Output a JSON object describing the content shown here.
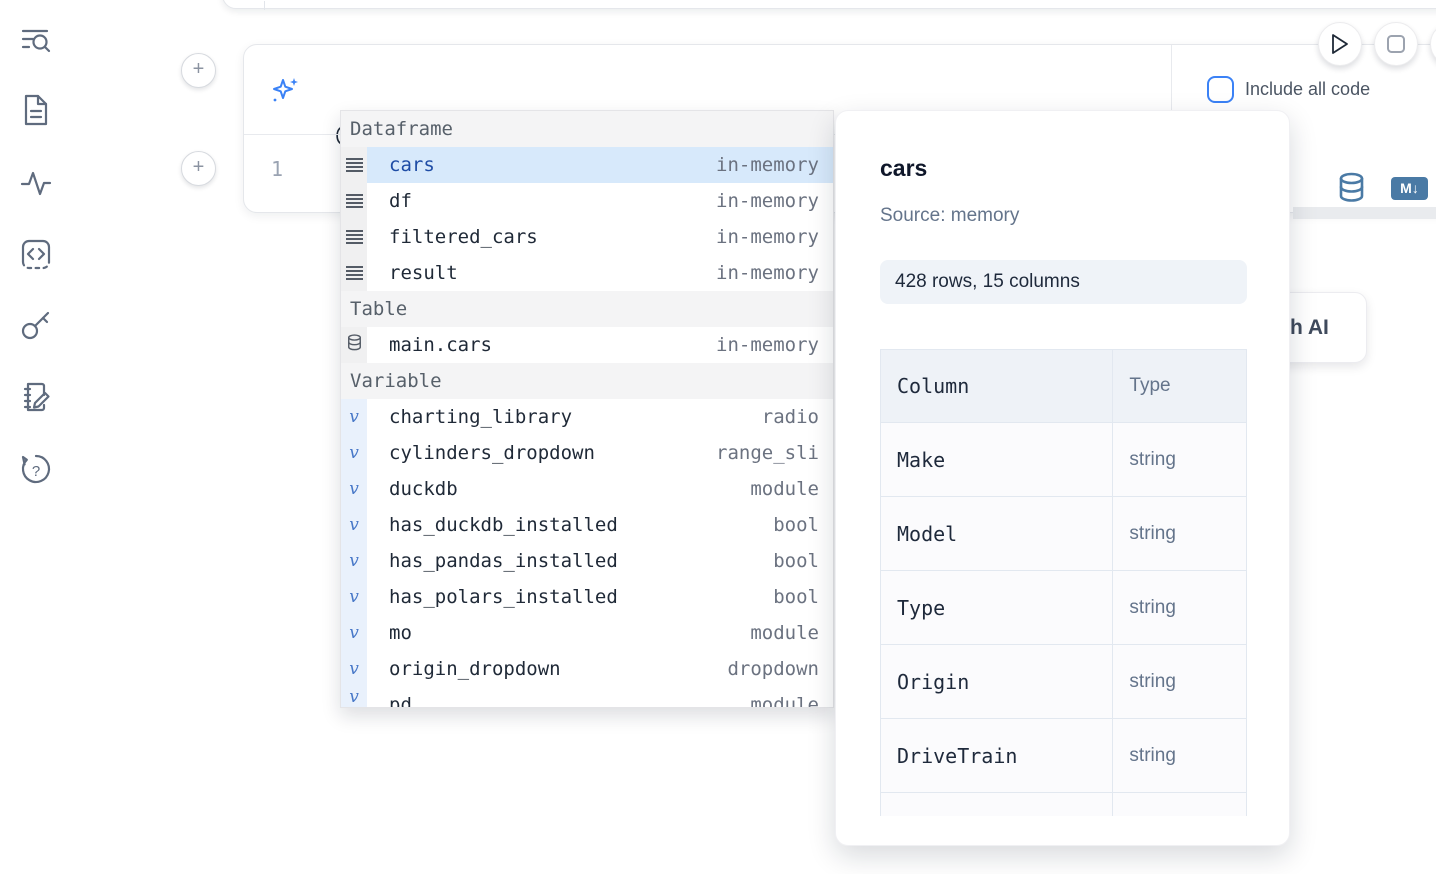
{
  "sidebar": {
    "items": [
      {
        "icon": "search-list-icon"
      },
      {
        "icon": "document-icon"
      },
      {
        "icon": "activity-icon"
      },
      {
        "icon": "code-cell-icon"
      },
      {
        "icon": "key-icon"
      },
      {
        "icon": "scratchpad-edit-icon"
      },
      {
        "icon": "help-chat-icon"
      }
    ]
  },
  "add_cell_buttons": {
    "label": "+"
  },
  "prompt": {
    "value": "@",
    "include_all_code_label": "Include all code"
  },
  "run_controls": {
    "play_icon": "play-icon",
    "stop_icon": "stop-icon"
  },
  "editor": {
    "line_number": "1"
  },
  "cell_actions": {
    "database_icon": "database-icon",
    "markdown_badge": "M↓"
  },
  "ai_button": {
    "visible_label": "h AI"
  },
  "autocomplete": {
    "sections": [
      {
        "label": "Dataframe",
        "icon": "dataframe-rows-icon",
        "items": [
          {
            "name": "cars",
            "detail": "in-memory",
            "selected": true
          },
          {
            "name": "df",
            "detail": "in-memory"
          },
          {
            "name": "filtered_cars",
            "detail": "in-memory"
          },
          {
            "name": "result",
            "detail": "in-memory"
          }
        ]
      },
      {
        "label": "Table",
        "icon": "database-icon",
        "items": [
          {
            "name": "main.cars",
            "detail": "in-memory"
          }
        ]
      },
      {
        "label": "Variable",
        "icon": "variable-icon",
        "items": [
          {
            "name": "charting_library",
            "detail": "radio"
          },
          {
            "name": "cylinders_dropdown",
            "detail": "range_sli"
          },
          {
            "name": "duckdb",
            "detail": "module"
          },
          {
            "name": "has_duckdb_installed",
            "detail": "bool"
          },
          {
            "name": "has_pandas_installed",
            "detail": "bool"
          },
          {
            "name": "has_polars_installed",
            "detail": "bool"
          },
          {
            "name": "mo",
            "detail": "module"
          },
          {
            "name": "origin_dropdown",
            "detail": "dropdown"
          },
          {
            "name": "pd",
            "detail": "module",
            "clipped": true
          }
        ]
      }
    ]
  },
  "preview": {
    "title": "cars",
    "source": "Source: memory",
    "shape_badge": "428 rows, 15 columns",
    "table": {
      "headers": [
        "Column",
        "Type"
      ],
      "rows": [
        {
          "column": "Make",
          "type": "string"
        },
        {
          "column": "Model",
          "type": "string"
        },
        {
          "column": "Type",
          "type": "string"
        },
        {
          "column": "Origin",
          "type": "string"
        },
        {
          "column": "DriveTrain",
          "type": "string"
        }
      ],
      "has_clipped_row": true
    }
  },
  "colors": {
    "accent_blue": "#3b82f6",
    "steel_blue": "#4a7aa5",
    "selected_row_bg": "#d7e9fb",
    "sidebar_icon": "#5f6b7e"
  }
}
